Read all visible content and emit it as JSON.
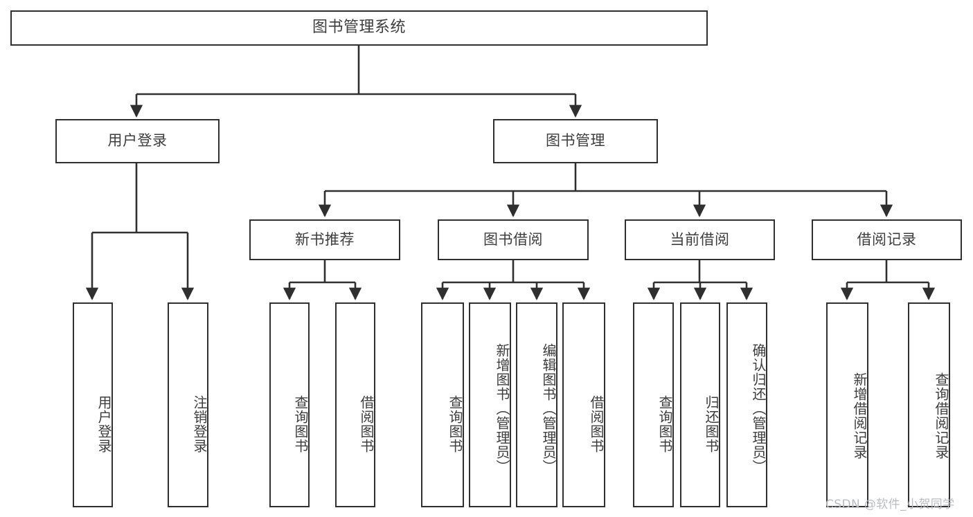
{
  "diagram": {
    "title": "图书管理系统",
    "type": "tree-hierarchy-diagram",
    "watermark": "CSDN @软件_小贺同学",
    "colors": {
      "border": "#2f2f2f",
      "text": "#3d3d3d",
      "background": "#ffffff",
      "watermark": "#b9bcc0"
    },
    "root": {
      "label": "图书管理系统"
    },
    "level2": [
      {
        "label": "用户登录"
      },
      {
        "label": "图书管理"
      }
    ],
    "level3": [
      {
        "label": "新书推荐"
      },
      {
        "label": "图书借阅"
      },
      {
        "label": "当前借阅"
      },
      {
        "label": "借阅记录"
      }
    ],
    "leaves": {
      "user_login": [
        {
          "label": "用户登录"
        },
        {
          "label": "注销登录"
        }
      ],
      "new_book_recommend": [
        {
          "label": "查询图书"
        },
        {
          "label": "借阅图书"
        }
      ],
      "book_borrow": [
        {
          "label": "查询图书"
        },
        {
          "label": "新增图书（管理员）"
        },
        {
          "label": "编辑图书（管理员）"
        },
        {
          "label": "借阅图书"
        }
      ],
      "current_borrow": [
        {
          "label": "查询图书"
        },
        {
          "label": "归还图书"
        },
        {
          "label": "确认归还（管理员）"
        }
      ],
      "borrow_record": [
        {
          "label": "新增借阅记录"
        },
        {
          "label": "查询借阅记录"
        }
      ]
    }
  }
}
